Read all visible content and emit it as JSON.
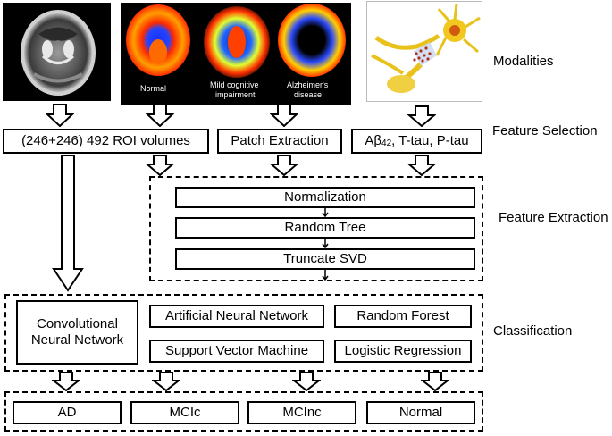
{
  "images": {
    "mri_icon": "mri-brain-image",
    "pet_labels": [
      "Normal",
      "Mild cognitive impairment",
      "Alzheimer's disease"
    ],
    "neuron_icon": "neuron-illustration"
  },
  "side_labels": {
    "modalities": "Modalities",
    "feature_selection": "Feature Selection",
    "feature_extraction": "Feature Extraction",
    "classification": "Classification"
  },
  "feature_selection": {
    "roi": "(246+246) 492 ROI volumes",
    "patch": "Patch Extraction",
    "csf_prefix": "Aβ",
    "csf_sub": "42",
    "csf_suffix": ", T-tau, P-tau"
  },
  "feature_extraction": {
    "steps": [
      "Normalization",
      "Random Tree",
      "Truncate SVD"
    ]
  },
  "classification": {
    "cnn": "Convolutional Neural Network",
    "ann": "Artificial Neural Network",
    "rf": "Random Forest",
    "svm": "Support Vector Machine",
    "lr": "Logistic Regression"
  },
  "outputs": [
    "AD",
    "MCIc",
    "MCInc",
    "Normal"
  ],
  "colors": {
    "line": "#000000",
    "pet_bg": "#000000",
    "neuron_yellow": "#e8c21a"
  }
}
